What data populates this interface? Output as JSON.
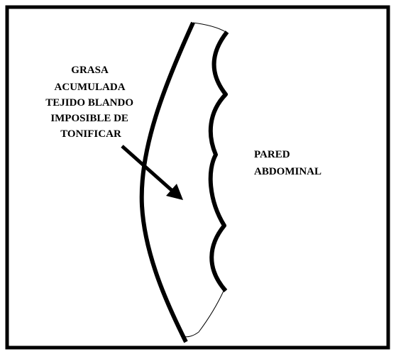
{
  "diagram": {
    "fat_label": {
      "lines": [
        "GRASA",
        "ACUMULADA",
        "TEJIDO BLANDO",
        "IMPOSIBLE DE",
        "TONIFICAR"
      ]
    },
    "wall_label": {
      "lines": [
        "PARED",
        "ABDOMINAL"
      ]
    },
    "colors": {
      "stroke": "#000000",
      "background": "#ffffff"
    }
  }
}
